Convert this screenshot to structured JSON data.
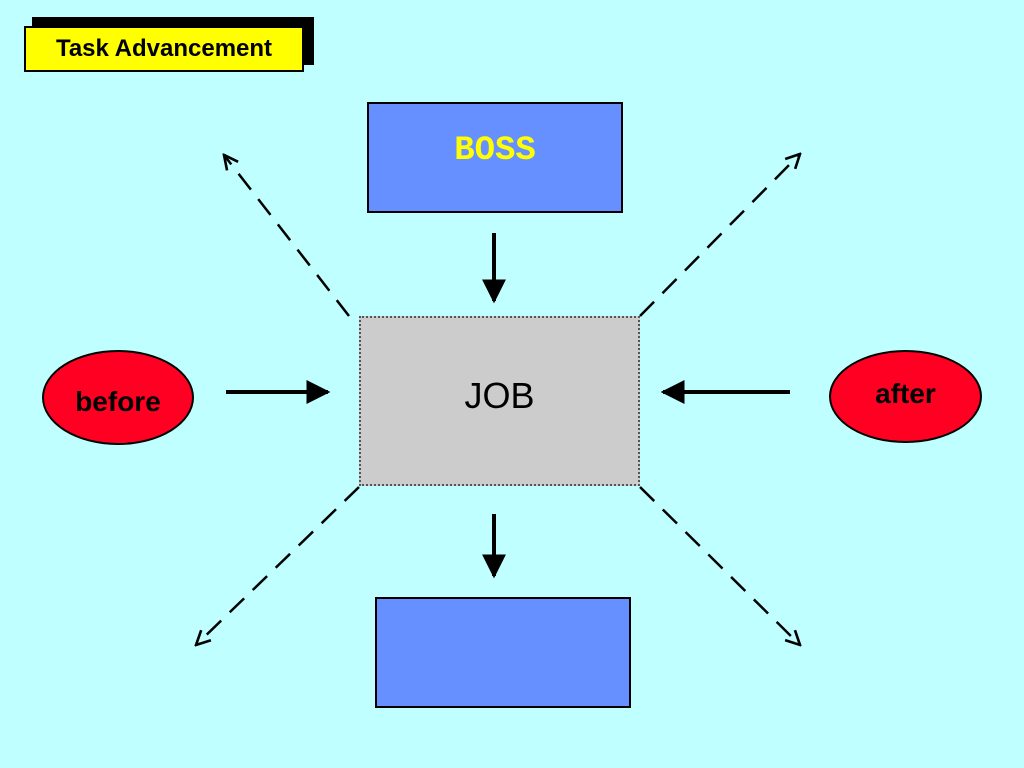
{
  "slide": {
    "title": "Task Advancement",
    "background_color": "#bfffff"
  },
  "diagram": {
    "boss_label": "BOSS",
    "job_label": "JOB",
    "before_label": "before",
    "after_label": "after",
    "bottom_box_label": "",
    "colors": {
      "title_fill": "#ffff00",
      "box_fill": "#6690ff",
      "boss_text": "#ffff00",
      "job_fill": "#cccccc",
      "ellipse_fill": "#ff0022"
    }
  }
}
